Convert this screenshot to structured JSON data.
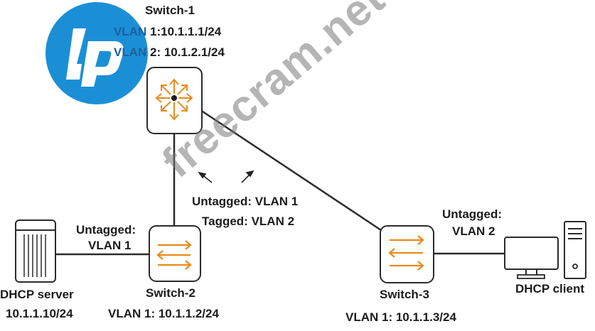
{
  "switch1": {
    "name": "Switch-1",
    "vlan1_prefix": "VLAN",
    "vlan1_rest": " 1:10.1.1.1/24",
    "vlan2_prefix": "VLAN",
    "vlan2_rest": " 2: 10.1.2.1/24",
    "icon": "router-arrows-icon"
  },
  "switch2": {
    "name": "Switch-2",
    "vlan": "VLAN 1: 10.1.1.2/24",
    "icon": "switch-arrows-icon"
  },
  "switch3": {
    "name": "Switch-3",
    "vlan": "VLAN 1: 10.1.1.3/24",
    "icon": "switch-arrows-icon"
  },
  "server": {
    "name": "DHCP server",
    "ip": "10.1.1.10/24",
    "icon": "server-icon"
  },
  "client": {
    "name": "DHCP client",
    "icon": "desktop-computer-icon"
  },
  "links": {
    "server_port_l1": "Untagged:",
    "server_port_l2": "VLAN 1",
    "trunk_l1": "Untagged: VLAN 1",
    "trunk_l2": "Tagged: VLAN 2",
    "client_port_l1": "Untagged:",
    "client_port_l2": "VLAN 2"
  },
  "watermark": "freecram.net",
  "colors": {
    "device_arrow": "#e88a1e",
    "hp_blue": "#1b8fd6",
    "line": "#2b2b2b",
    "text": "#1c1c1c"
  }
}
